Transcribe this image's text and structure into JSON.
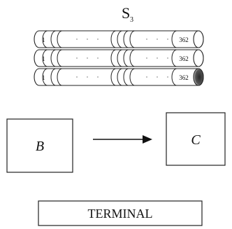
{
  "diagram": {
    "title": {
      "main": "S",
      "subscript": "3"
    },
    "cylinders": [
      {
        "start_label": "1",
        "end_label": "362",
        "end_shaded": false
      },
      {
        "start_label": "1",
        "end_label": "362",
        "end_shaded": false
      },
      {
        "start_label": "1",
        "end_label": "362",
        "end_shaded": true
      }
    ],
    "boxes": {
      "left": {
        "label": "B"
      },
      "right": {
        "label": "C"
      }
    },
    "terminal": {
      "label": "TERMINAL"
    }
  }
}
